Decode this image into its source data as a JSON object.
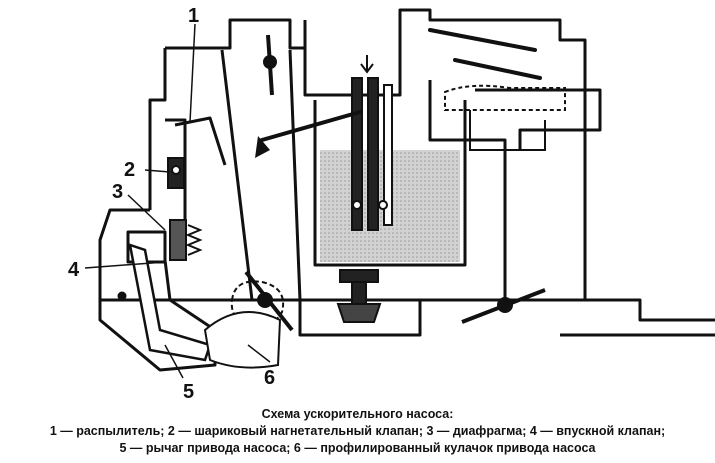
{
  "diagram": {
    "callouts": [
      {
        "id": "1",
        "label": "1"
      },
      {
        "id": "2",
        "label": "2"
      },
      {
        "id": "3",
        "label": "3"
      },
      {
        "id": "4",
        "label": "4"
      },
      {
        "id": "5",
        "label": "5"
      },
      {
        "id": "6",
        "label": "6"
      }
    ]
  },
  "caption": {
    "title": "Схема ускорительного насоса:",
    "line1": "1 — распылитель; 2 — шариковый нагнетательный клапан; 3 — диафрагма; 4 — впускной клапан;",
    "line2": "5 — рычаг привода насоса; 6 — профилированный кулачок привода насоса"
  },
  "colors": {
    "ink": "#111111",
    "fuel_shading": "#c8c8c8",
    "paper": "#ffffff"
  }
}
